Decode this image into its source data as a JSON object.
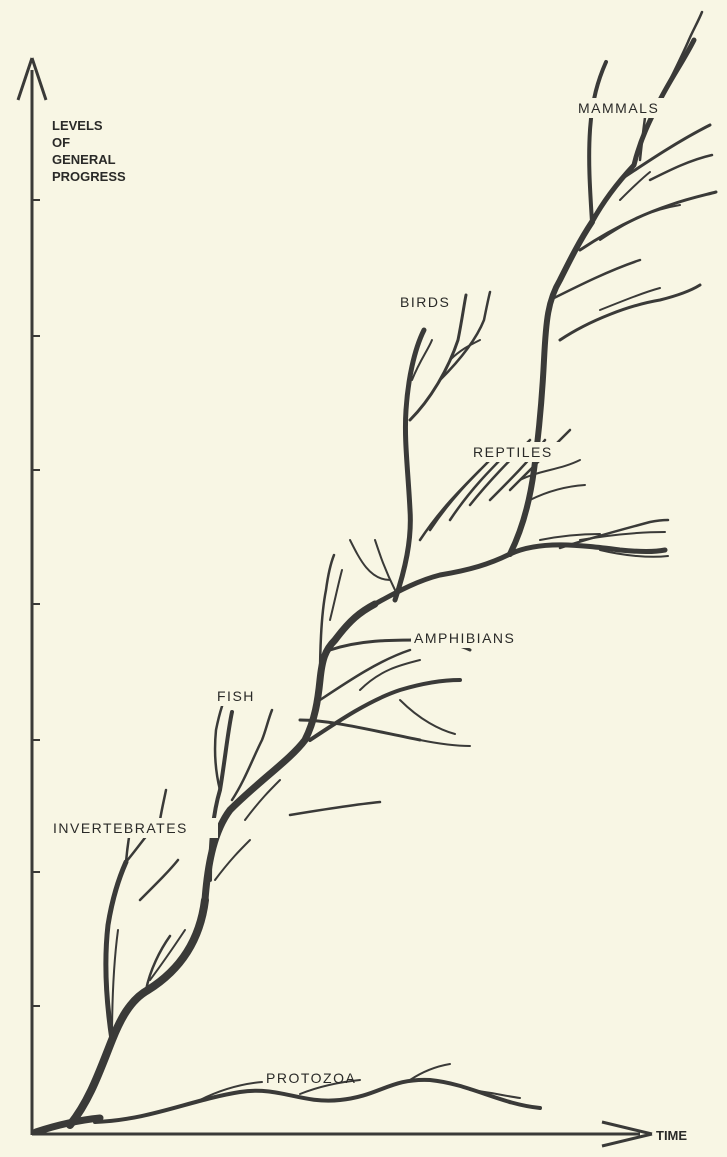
{
  "y_axis_title": [
    "LEVELS",
    "OF",
    "GENERAL",
    "PROGRESS"
  ],
  "x_axis_title": "TIME",
  "taxa": {
    "mammals": "MAMMALS",
    "birds": "BIRDS",
    "reptiles": "REPTILES",
    "amphibians": "AMPHIBIANS",
    "fish": "FISH",
    "invertebrates": "INVERTEBRATES",
    "protozoa": "PROTOZOA"
  },
  "colors": {
    "background": "#f8f6e4",
    "ink": "#3a3a38"
  }
}
